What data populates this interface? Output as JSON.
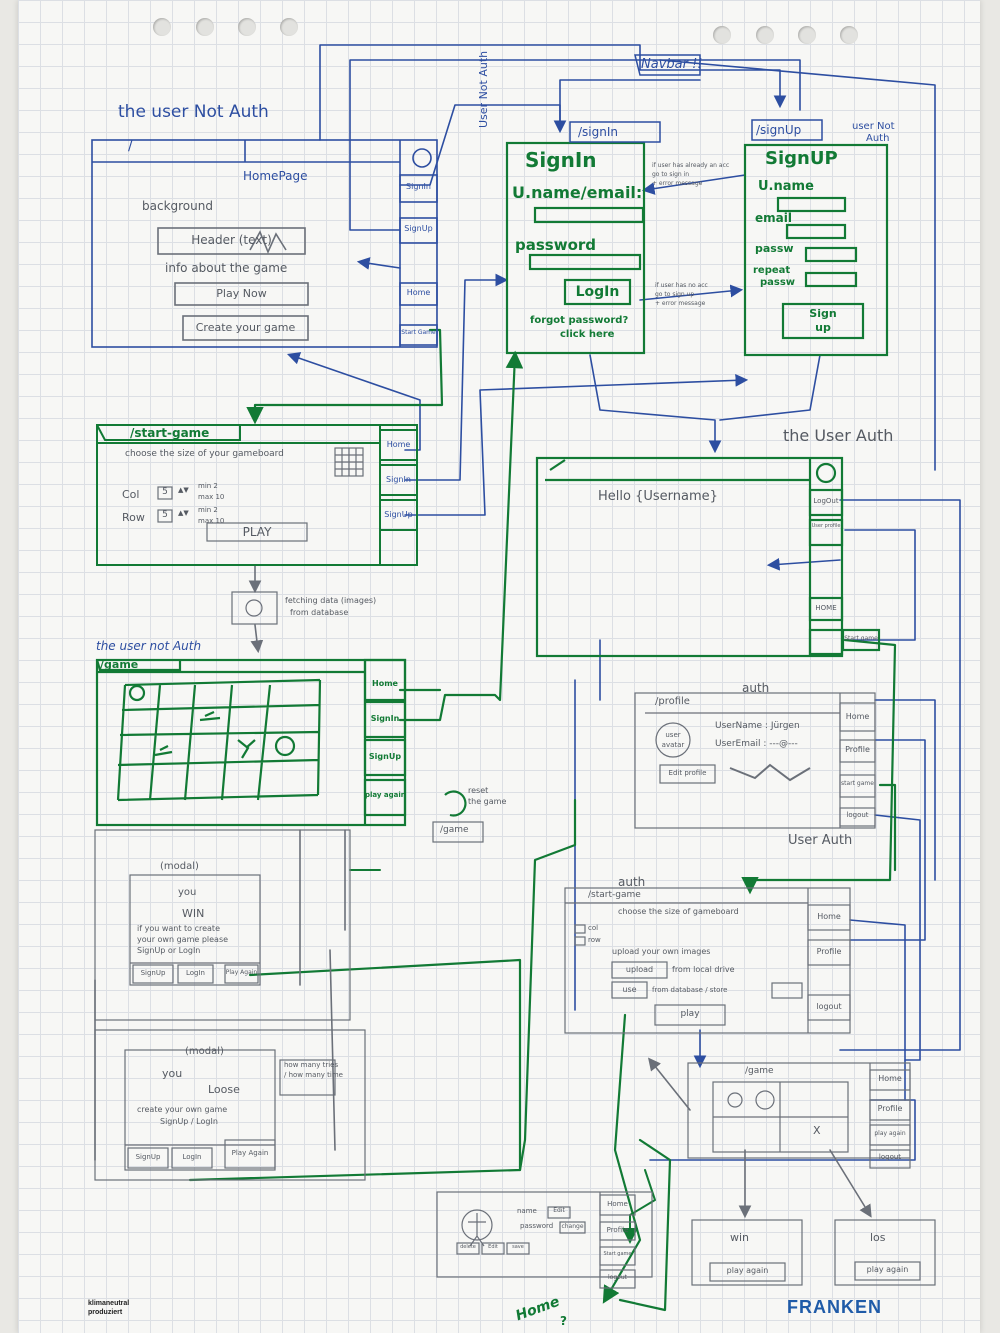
{
  "footer": {
    "brand_line1": "klimaneutral",
    "brand_line2": "produziert",
    "logo": "FRANKEN"
  },
  "annotations": {
    "navbar": "Navbar !!",
    "not_auth_top": "the user Not Auth",
    "not_auth_side": "User Not Auth",
    "not_auth_signup_1": "user Not",
    "not_auth_signup_2": "Auth",
    "user_auth": "the User Auth",
    "not_auth_game": "the user not Auth",
    "auth_profile": "auth",
    "auth_start": "auth",
    "user_auth_mid": "User Auth",
    "fetching_1": "fetching data (images)",
    "fetching_2": "from database",
    "reset_1": "reset",
    "reset_2": "the game",
    "reset_route": "/game",
    "already_1": "if user has already an acc",
    "already_2": "go to sign in",
    "already_3": "+ error message",
    "nouser_1": "if user has no acc",
    "nouser_2": "go to sign up",
    "nouser_3": "+ error message",
    "how_many_1": "how many tries",
    "how_many_2": "/ how many time",
    "bottom_home_1": "Home",
    "bottom_home_2": "?"
  },
  "homepage": {
    "title": "HomePage",
    "tab": "/",
    "background": "background",
    "header": "Header (text)",
    "info": "info about the game",
    "play": "Play Now",
    "create": "Create your game",
    "nav_signin": "SignIn",
    "nav_signup": "SignUp",
    "nav_home": "Home",
    "nav_start": "Start Game"
  },
  "signin": {
    "tab": "/signIn",
    "title": "SignIn",
    "user_label": "U.name/email:",
    "pass_label": "password",
    "button": "LogIn",
    "forgot_1": "forgot password?",
    "forgot_2": "click here"
  },
  "signup": {
    "tab": "/signUp",
    "title": "SignUP",
    "uname": "U.name",
    "email": "email",
    "passw": "passw",
    "repeat_1": "repeat",
    "repeat_2": "passw",
    "btn_1": "Sign",
    "btn_2": "up"
  },
  "start_game": {
    "tab": "/start-game",
    "prompt": "choose the size of your gameboard",
    "col": "Col",
    "row": "Row",
    "col_val": "5",
    "row_val": "5",
    "min": "min 2",
    "max": "max 10",
    "play": "PLAY",
    "nav_home": "Home",
    "nav_signin": "SignIn",
    "nav_signup": "SignUp"
  },
  "game": {
    "tab": "/game",
    "nav_home": "Home",
    "nav_signin": "SignIn",
    "nav_signup": "SignUp",
    "nav_play": "play again"
  },
  "auth_home": {
    "hello": "Hello {Username}",
    "nav_logout": "LogOut",
    "nav_profile": "User profile",
    "nav_home": "HOME",
    "nav_start": "Start game"
  },
  "profile": {
    "tab": "/profile",
    "avatar_1": "user",
    "avatar_2": "avatar",
    "username": "UserName : Jürgen",
    "email": "UserEmail : ---@---",
    "edit": "Edit profile",
    "nav_home": "Home",
    "nav_profile": "Profile",
    "nav_start": "start game",
    "nav_logout": "logout"
  },
  "auth_start": {
    "tab": "/start-game",
    "prompt": "choose the size of gameboard",
    "col": "col",
    "row": "row",
    "upload": "upload your own images",
    "upload_btn": "upload",
    "upload_from": "from local drive",
    "use_btn": "use",
    "use_from": "from database / store",
    "play": "play",
    "nav_home": "Home",
    "nav_profile": "Profile",
    "nav_logout": "logout"
  },
  "auth_game": {
    "tab": "/game",
    "cell_x": "X",
    "nav_home": "Home",
    "nav_profile": "Profile",
    "nav_play": "play again",
    "nav_logout": "logout"
  },
  "win_modal": {
    "tab": "(modal)",
    "you": "you",
    "win": "WIN",
    "text_1": "if you want to create",
    "text_2": "your own game please",
    "text_3": "SignUp or LogIn",
    "btn_signup": "SignUp",
    "btn_login": "LogIn",
    "btn_play": "Play Again"
  },
  "lose_modal": {
    "tab": "(modal)",
    "you": "you",
    "loose": "Loose",
    "text_1": "create your own game",
    "text_2": "SignUp / LogIn",
    "btn_signup": "SignUp",
    "btn_login": "LogIn",
    "btn_play": "Play Again"
  },
  "profile_edit": {
    "name": "name",
    "password": "password",
    "edit": "Edit",
    "change": "change",
    "btn_1": "delete",
    "btn_2": "Edit",
    "btn_3": "save",
    "nav_home": "Home",
    "nav_profile": "Profile",
    "nav_start": "Start game",
    "nav_logout": "logout"
  },
  "win_auth": {
    "title": "win",
    "btn": "play again"
  },
  "lose_auth": {
    "title": "los",
    "btn": "play again"
  },
  "colors": {
    "blue": "#2d4ea1",
    "green": "#127a35",
    "grey": "#6b7079",
    "paper": "#f7f7f5"
  }
}
